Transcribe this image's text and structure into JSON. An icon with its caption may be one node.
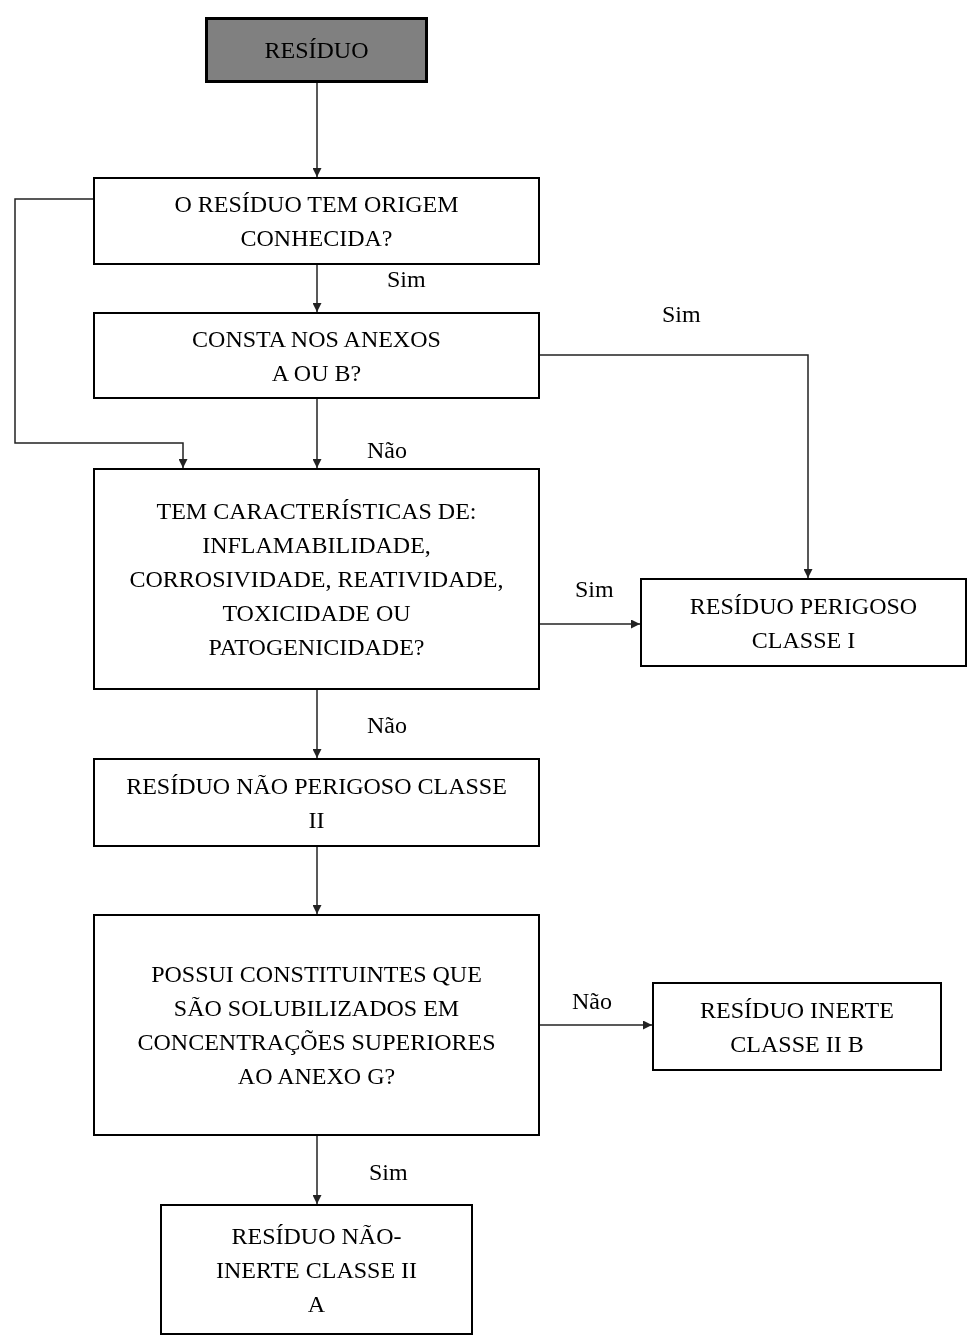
{
  "diagram": {
    "nodes": [
      {
        "text": [
          "RESÍDUO"
        ]
      },
      {
        "text": [
          "O RESÍDUO TEM ORIGEM CONHECIDA?"
        ]
      },
      {
        "text": [
          "CONSTA NOS ANEXOS A OU B?"
        ]
      },
      {
        "text": [
          "TEM CARACTERÍSTICAS DE: INFLAMABILIDADE, CORROSIVIDADE, REATIVIDADE, TOXICIDADE OU PATOGENICIDADE?"
        ]
      },
      {
        "text": [
          "RESÍDUO PERIGOSO CLASSE I"
        ]
      },
      {
        "text": [
          "RESÍDUO NÃO PERIGOSO CLASSE II"
        ]
      },
      {
        "text": [
          "POSSUI CONSTITUINTES QUE SÃO SOLUBILIZADOS EM CONCENTRAÇÕES SUPERIORES AO ANEXO G?"
        ]
      },
      {
        "text": [
          "RESÍDUO INERTE CLASSE II B"
        ]
      },
      {
        "text": [
          "RESÍDUO NÃO-INERTE CLASSE II A"
        ]
      }
    ],
    "edges": [
      {
        "from": 0,
        "to": 1,
        "arrow": "to"
      },
      {
        "from": 1,
        "to": 2,
        "arrow": "to",
        "label": "Sim"
      },
      {
        "from": 2,
        "to": 4,
        "arrow": "to",
        "label": "Sim"
      },
      {
        "from": 1,
        "to": 3,
        "arrow": "to"
      },
      {
        "from": 2,
        "to": 3,
        "arrow": "to",
        "label": "Não"
      },
      {
        "from": 3,
        "to": 4,
        "arrow": "to",
        "label": "Sim"
      },
      {
        "from": 3,
        "to": 5,
        "arrow": "to",
        "label": "Não"
      },
      {
        "from": 5,
        "to": 6,
        "arrow": "to"
      },
      {
        "from": 6,
        "to": 7,
        "arrow": "to",
        "label": "Não"
      },
      {
        "from": 6,
        "to": 8,
        "arrow": "to",
        "label": "Sim"
      }
    ]
  }
}
